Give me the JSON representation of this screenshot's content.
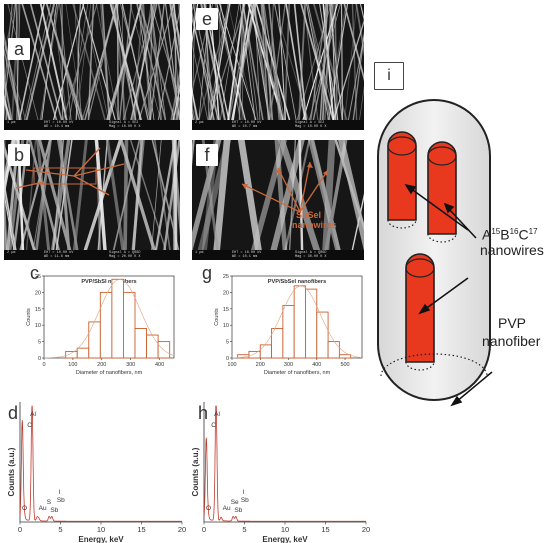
{
  "panels": {
    "a": {
      "letter": "a",
      "footer": [
        "1 μm",
        "EHT = 10.00 kV",
        "WD = 10.4 mm",
        "Signal A = SE2",
        "Mag = 10.00 K X"
      ]
    },
    "b": {
      "letter": "b",
      "footer": [
        "2 μm",
        "EHT = 10.00 kV",
        "WD = 11.6 mm",
        "Signal A = QBSD",
        "Mag = 20.00 K X"
      ]
    },
    "c": {
      "letter": "c"
    },
    "d": {
      "letter": "d"
    },
    "e": {
      "letter": "e",
      "footer": [
        "2 μm",
        "EHT = 10.00 kV",
        "WD = 10.7 mm",
        "Signal A = SE2",
        "Mag = 10.00 K X"
      ]
    },
    "f": {
      "letter": "f",
      "annotation": [
        "SbSeI",
        "nanowires"
      ],
      "footer": [
        "1 μm",
        "EHT = 10.00 kV",
        "WD = 10.1 mm",
        "Signal A = QBSD",
        "Mag = 30.00 K X"
      ]
    },
    "g": {
      "letter": "g"
    },
    "h": {
      "letter": "h"
    },
    "i": {
      "letter": "i"
    }
  },
  "schematic": {
    "nanowires_label_line1_base": "A",
    "sup1": "15",
    "mid1": "B",
    "sup2": "16",
    "mid2": "C",
    "sup3": "17",
    "nanowires_label_line2": "nanowires",
    "fiber_label_line1": "PVP",
    "fiber_label_line2": "nanofiber",
    "colors": {
      "wire": "#e8391f",
      "fiber": "#e9e9e9",
      "outline": "#222222"
    }
  },
  "chart_data": [
    {
      "type": "bar",
      "panel": "c",
      "title": "PVP/SbSI nanofibers",
      "xlabel": "Diameter of nanofibers, nm",
      "ylabel": "Counts",
      "x_edges": [
        75,
        115,
        155,
        195,
        235,
        275,
        315,
        355,
        395,
        435
      ],
      "values": [
        2,
        3,
        11,
        20,
        24,
        20,
        9,
        7,
        5
      ],
      "xlim": [
        0,
        450
      ],
      "xticks": [
        0,
        100,
        200,
        300,
        400
      ],
      "ylim": [
        0,
        25
      ],
      "yticks": [
        0,
        5,
        10,
        15,
        20,
        25
      ],
      "bar_color": "#c9602f"
    },
    {
      "type": "bar",
      "panel": "g",
      "title": "PVP/SbSeI nanofibers",
      "xlabel": "Diameter of nanofibers, nm",
      "ylabel": "Counts",
      "x_edges": [
        120,
        160,
        200,
        240,
        280,
        320,
        360,
        400,
        440,
        480,
        520
      ],
      "values": [
        1,
        2,
        4,
        9,
        16,
        22,
        21,
        14,
        5,
        1
      ],
      "xlim": [
        100,
        560
      ],
      "xticks": [
        100,
        200,
        300,
        400,
        500
      ],
      "ylim": [
        0,
        25
      ],
      "yticks": [
        0,
        5,
        10,
        15,
        20,
        25
      ],
      "bar_color": "#c9602f"
    },
    {
      "type": "line",
      "panel": "d",
      "xlabel": "Energy, keV",
      "ylabel": "Counts (a.u.)",
      "xlim": [
        0,
        20
      ],
      "xticks": [
        0,
        5,
        10,
        15,
        20
      ],
      "peaks": [
        {
          "label": "C",
          "x": 0.28,
          "h": 0.85
        },
        {
          "label": "O",
          "x": 0.52,
          "h": 0.05
        },
        {
          "label": "Al",
          "x": 1.49,
          "h": 1.0
        },
        {
          "label": "S",
          "x": 2.31,
          "h": 0.02
        },
        {
          "label": "Au",
          "x": 2.12,
          "h": 0.03
        },
        {
          "label": "Sb",
          "x": 3.6,
          "h": 0.04
        },
        {
          "label": "I",
          "x": 3.94,
          "h": 0.04
        }
      ],
      "annotations": [
        "C",
        "Al",
        "O",
        "S",
        "Au",
        "Sb",
        "I",
        "Sb"
      ],
      "color": "#c0392b"
    },
    {
      "type": "line",
      "panel": "h",
      "xlabel": "Energy, keV",
      "ylabel": "Counts (a.u.)",
      "xlim": [
        0,
        20
      ],
      "xticks": [
        0,
        5,
        10,
        15,
        20
      ],
      "peaks": [
        {
          "label": "C",
          "x": 0.28,
          "h": 0.7
        },
        {
          "label": "O",
          "x": 0.52,
          "h": 0.04
        },
        {
          "label": "Al",
          "x": 1.49,
          "h": 1.0
        },
        {
          "label": "Se",
          "x": 1.38,
          "h": 0.05
        },
        {
          "label": "Au",
          "x": 2.12,
          "h": 0.03
        },
        {
          "label": "Sb",
          "x": 3.6,
          "h": 0.04
        },
        {
          "label": "I",
          "x": 3.94,
          "h": 0.04
        }
      ],
      "annotations": [
        "C",
        "Al",
        "O",
        "Se",
        "Au",
        "Sb",
        "I",
        "Sb"
      ],
      "color": "#c0392b"
    }
  ]
}
